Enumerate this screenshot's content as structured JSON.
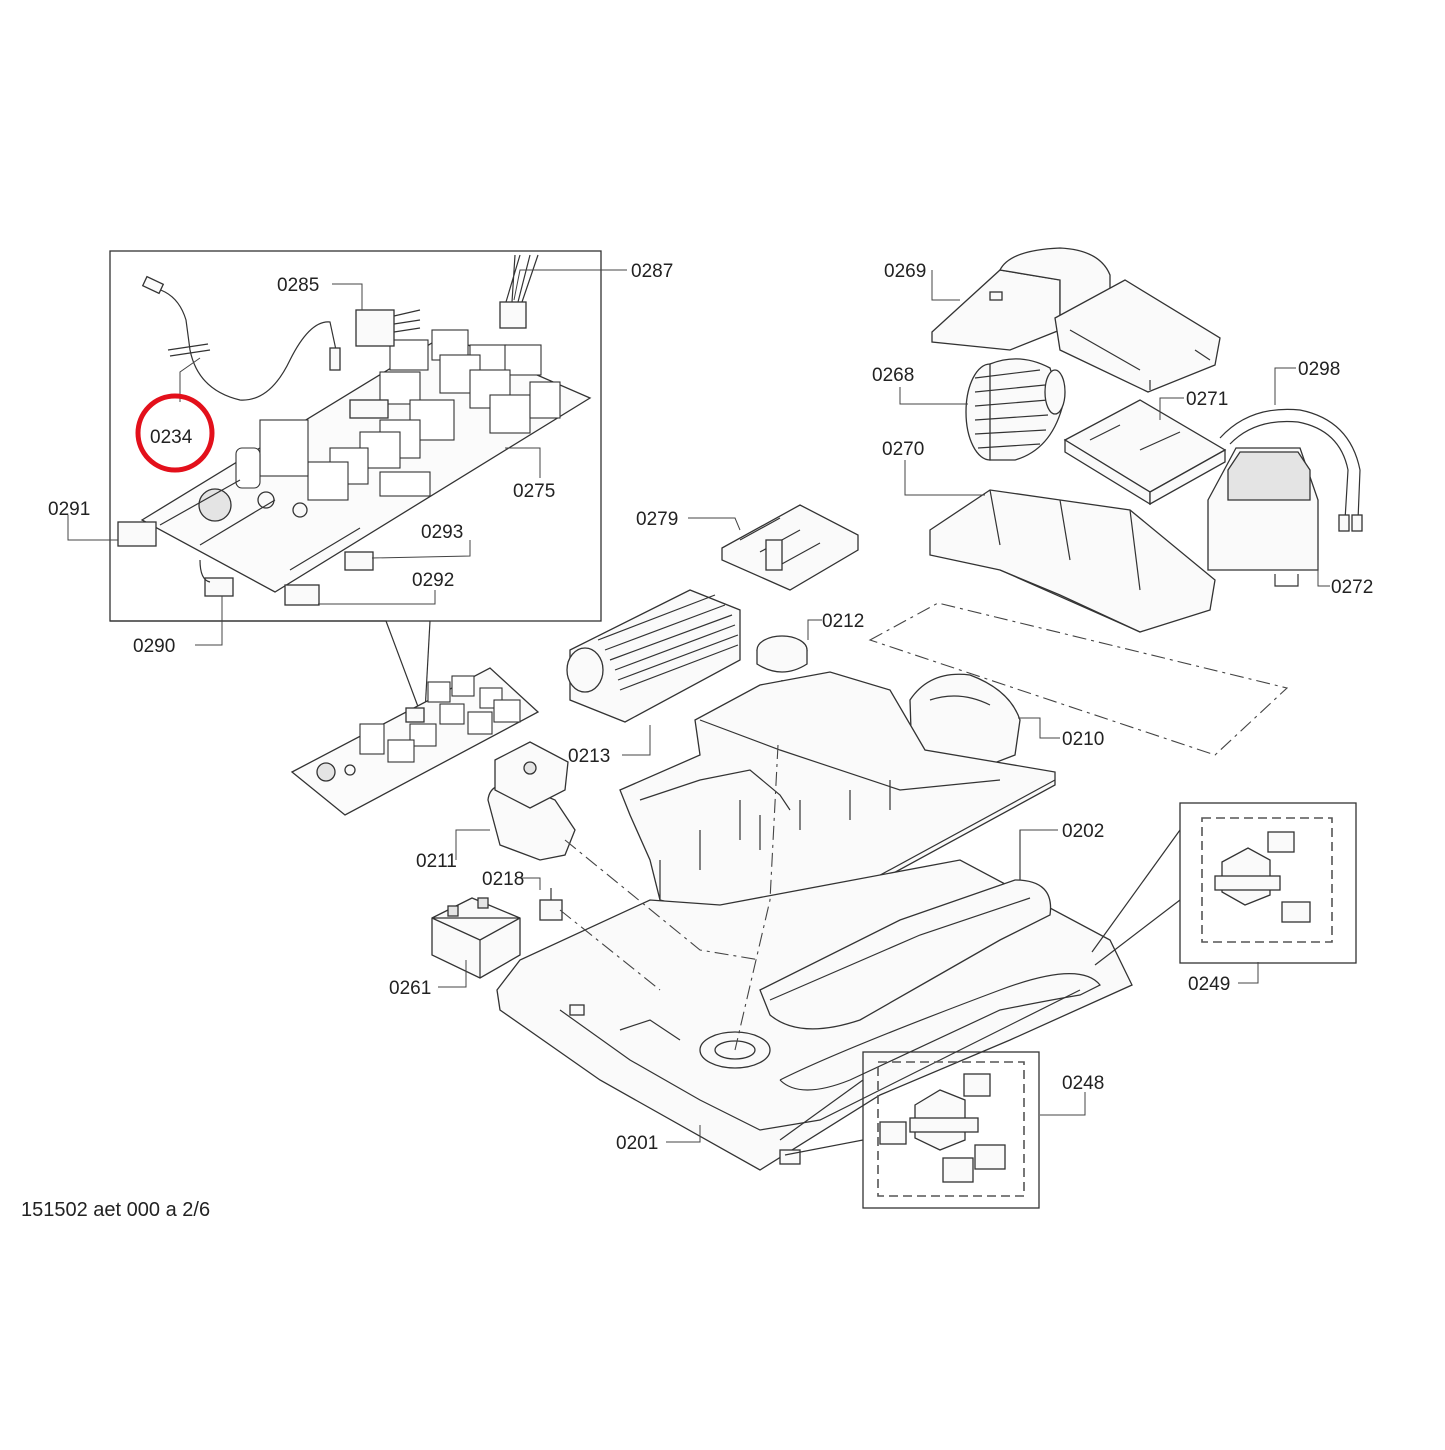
{
  "diagram": {
    "footer": "151502 aet 000 a 2/6",
    "highlight": {
      "part": "0234",
      "color": "#e3101b"
    },
    "parts": {
      "p0285": "0285",
      "p0287": "0287",
      "p0234": "0234",
      "p0275": "0275",
      "p0291": "0291",
      "p0293": "0293",
      "p0292": "0292",
      "p0290": "0290",
      "p0269": "0269",
      "p0268": "0268",
      "p0271": "0271",
      "p0298": "0298",
      "p0270": "0270",
      "p0272": "0272",
      "p0279": "0279",
      "p0212": "0212",
      "p0213": "0213",
      "p0210": "0210",
      "p0202": "0202",
      "p0211": "0211",
      "p0218": "0218",
      "p0261": "0261",
      "p0249": "0249",
      "p0248": "0248",
      "p0201": "0201"
    }
  }
}
